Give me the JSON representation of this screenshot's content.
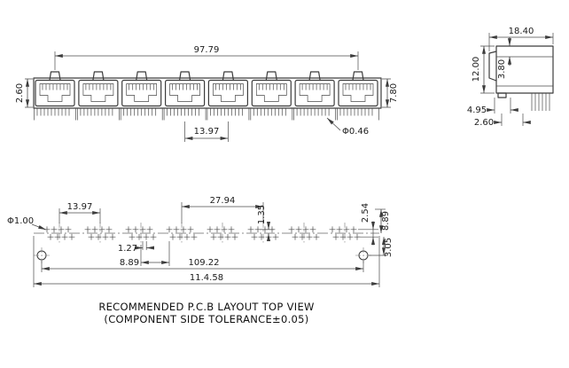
{
  "drawing": {
    "front_view": {
      "dims": {
        "total_pitch": "97.79",
        "latch_height": "2.60",
        "body_height": "7.80",
        "port_pitch": "13.97",
        "pin_diameter": "Φ0.46"
      }
    },
    "side_view": {
      "dims": {
        "depth": "18.40",
        "height": "12.00",
        "opening_height": "3.80",
        "pin_offset": "4.95",
        "pin_row_offset": "2.60"
      }
    },
    "pcb_view": {
      "dims": {
        "port_pitch": "13.97",
        "double_pitch": "27.94",
        "row_offset": "1.35",
        "row_gap": "2.54",
        "right_offset": "8.89",
        "hole_drop": "3.05",
        "pin_pitch": "1.27",
        "group_gap": "8.89",
        "hole_span": "109.22",
        "overall_width": "11.4.58",
        "hole_diameter": "Φ1.00"
      }
    },
    "caption": {
      "line1": "RECOMMENDED P.C.B LAYOUT TOP VIEW",
      "line2": "(COMPONENT SIDE TOLERANCE±0.05)"
    }
  }
}
